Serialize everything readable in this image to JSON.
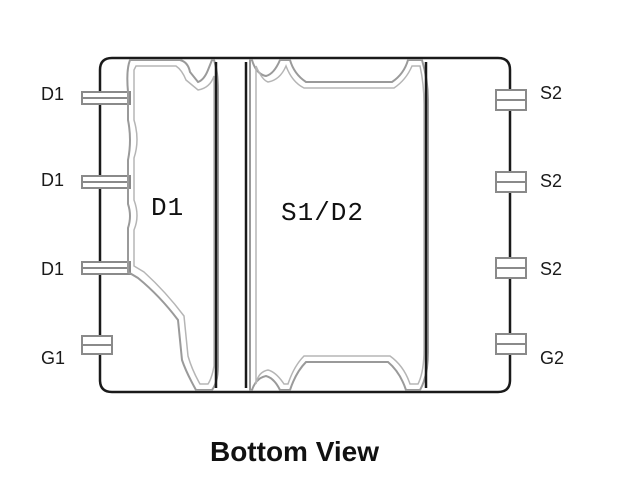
{
  "diagram": {
    "left_pins": [
      "D1",
      "D1",
      "D1",
      "G1"
    ],
    "right_pins": [
      "S2",
      "S2",
      "S2",
      "G2"
    ],
    "pads": {
      "left": "D1",
      "center": "S1/D2"
    },
    "caption": "Bottom View",
    "colors": {
      "outline": "#1a1a1a",
      "pad_stroke": "#9a9a9a",
      "text": "#111111"
    }
  }
}
